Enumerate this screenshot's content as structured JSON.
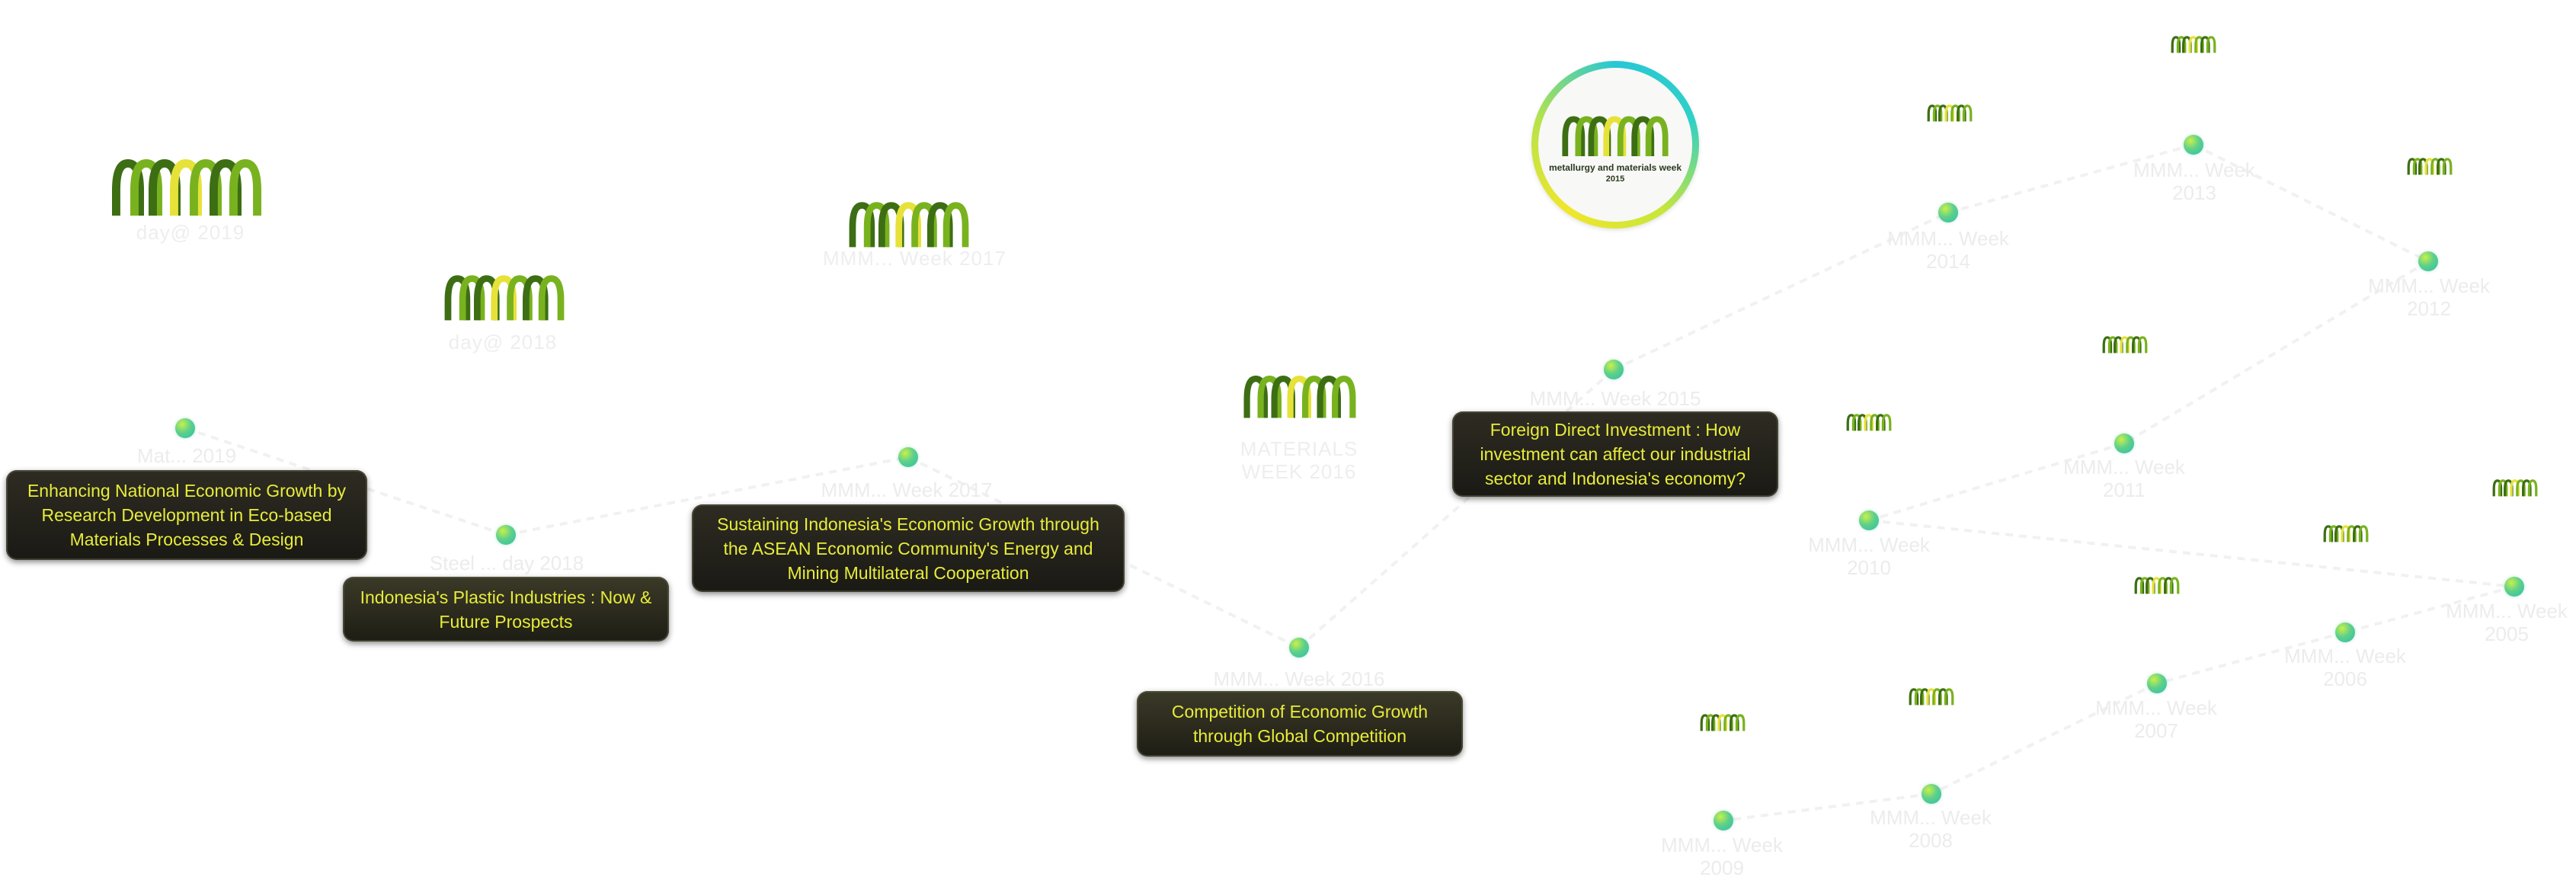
{
  "colors": {
    "arch_dark": "#3d6e14",
    "arch_light": "#79b21f",
    "arch_yellow": "#e6e23a",
    "theme_text": "#e8ec3a",
    "theme_bg": "#1f1e17",
    "ring_start": "#27c7d6",
    "ring_end": "#f0e62c"
  },
  "center": {
    "logo_icon": "mmm-logo-icon",
    "tagline": "metallurgy and materials week",
    "year": "2015"
  },
  "nodes": [
    {
      "id": "mmm-2019",
      "label": "Mat... 2019",
      "caption": "day@ 2019",
      "theme": "Enhancing National Economic Growth by Research Development in Eco-based Materials Processes & Design"
    },
    {
      "id": "mmm-2018",
      "label": "Steel ... day 2018",
      "caption": "day@ 2018",
      "theme": "Indonesia's Plastic Industries : Now & Future Prospects"
    },
    {
      "id": "mmm-2017",
      "label": "MMM... Week 2017",
      "caption": "MMM... Week 2017",
      "theme": "Sustaining Indonesia's Economic Growth through the ASEAN Economic Community's Energy and Mining Multilateral Cooperation"
    },
    {
      "id": "mmm-2016",
      "label": "MMM... Week 2016",
      "caption": "MATERIALS WEEK 2016",
      "theme": "Competition of Economic Growth through Global Competition"
    },
    {
      "id": "mmm-2015",
      "label": "MMM... Week 2015",
      "caption": "",
      "theme": "Foreign Direct Investment : How investment can affect our industrial sector and Indonesia's economy?"
    }
  ],
  "past_weeks": [
    {
      "id": "w2014",
      "label": "MMM... Week 2014"
    },
    {
      "id": "w2013",
      "label": "MMM... Week 2013"
    },
    {
      "id": "w2012",
      "label": "MMM... Week 2012"
    },
    {
      "id": "w2011",
      "label": "MMM... Week 2011"
    },
    {
      "id": "w2010",
      "label": "MMM... Week 2010"
    },
    {
      "id": "w2005",
      "label": "MMM... Week 2005"
    },
    {
      "id": "w2006",
      "label": "MMM... Week 2006"
    },
    {
      "id": "w2007",
      "label": "MMM... Week 2007"
    },
    {
      "id": "w2008",
      "label": "MMM... Week 2008"
    },
    {
      "id": "w2009",
      "label": "MMM... Week 2009"
    }
  ]
}
